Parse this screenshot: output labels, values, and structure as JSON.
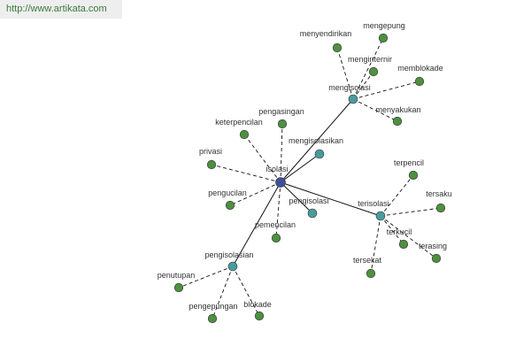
{
  "watermark": {
    "url": "http://www.artikata.com"
  },
  "colors": {
    "center_node": "#3f4f9a",
    "hub_node": "#4a9aa0",
    "leaf_node": "#4f8f42",
    "node_stroke": "#2a3a2a",
    "edge": "#111111",
    "label": "#333333"
  },
  "graph": {
    "nodes": [
      {
        "id": "isolasi",
        "label": "isolasi",
        "kind": "center"
      },
      {
        "id": "mengisolasi",
        "label": "mengisolasi",
        "kind": "hub"
      },
      {
        "id": "terisolasi",
        "label": "terisolasi",
        "kind": "hub"
      },
      {
        "id": "pengisolasian",
        "label": "pengisolasian",
        "kind": "hub"
      },
      {
        "id": "mengisolasikan",
        "label": "mengisolasikan",
        "kind": "hub"
      },
      {
        "id": "pengisolasi",
        "label": "pengisolasi",
        "kind": "hub"
      },
      {
        "id": "menyendirikan",
        "label": "menyendirikan",
        "kind": "leaf"
      },
      {
        "id": "mengepung",
        "label": "mengepung",
        "kind": "leaf"
      },
      {
        "id": "menginternir",
        "label": "menginternir",
        "kind": "leaf"
      },
      {
        "id": "memblokade",
        "label": "memblokade",
        "kind": "leaf"
      },
      {
        "id": "menyakukan",
        "label": "menyakukan",
        "kind": "leaf"
      },
      {
        "id": "pengasingan",
        "label": "pengasingan",
        "kind": "leaf"
      },
      {
        "id": "keterpencilan",
        "label": "keterpencilan",
        "kind": "leaf"
      },
      {
        "id": "privasi",
        "label": "privasi",
        "kind": "leaf"
      },
      {
        "id": "pengucilan",
        "label": "pengucilan",
        "kind": "leaf"
      },
      {
        "id": "pemencilan",
        "label": "pemencilan",
        "kind": "leaf"
      },
      {
        "id": "terpencil",
        "label": "terpencil",
        "kind": "leaf"
      },
      {
        "id": "tersaku",
        "label": "tersaku",
        "kind": "leaf"
      },
      {
        "id": "terkucil",
        "label": "terkucil",
        "kind": "leaf"
      },
      {
        "id": "terasing",
        "label": "terasing",
        "kind": "leaf"
      },
      {
        "id": "tersekat",
        "label": "tersekat",
        "kind": "leaf"
      },
      {
        "id": "penutupan",
        "label": "penutupan",
        "kind": "leaf"
      },
      {
        "id": "pengepungan",
        "label": "pengepungan",
        "kind": "leaf"
      },
      {
        "id": "blokade",
        "label": "blokade",
        "kind": "leaf"
      }
    ],
    "edges": [
      {
        "from": "isolasi",
        "to": "mengisolasi",
        "style": "solid"
      },
      {
        "from": "isolasi",
        "to": "terisolasi",
        "style": "solid"
      },
      {
        "from": "isolasi",
        "to": "pengisolasian",
        "style": "solid"
      },
      {
        "from": "isolasi",
        "to": "mengisolasikan",
        "style": "solid"
      },
      {
        "from": "isolasi",
        "to": "pengisolasi",
        "style": "solid"
      },
      {
        "from": "mengisolasi",
        "to": "menyendirikan",
        "style": "dashed"
      },
      {
        "from": "mengisolasi",
        "to": "mengepung",
        "style": "dashed"
      },
      {
        "from": "mengisolasi",
        "to": "menginternir",
        "style": "dashed"
      },
      {
        "from": "mengisolasi",
        "to": "memblokade",
        "style": "dashed"
      },
      {
        "from": "mengisolasi",
        "to": "menyakukan",
        "style": "dashed"
      },
      {
        "from": "isolasi",
        "to": "pengasingan",
        "style": "dashed"
      },
      {
        "from": "isolasi",
        "to": "keterpencilan",
        "style": "dashed"
      },
      {
        "from": "isolasi",
        "to": "privasi",
        "style": "dashed"
      },
      {
        "from": "isolasi",
        "to": "pengucilan",
        "style": "dashed"
      },
      {
        "from": "isolasi",
        "to": "pemencilan",
        "style": "dashed"
      },
      {
        "from": "terisolasi",
        "to": "terpencil",
        "style": "dashed"
      },
      {
        "from": "terisolasi",
        "to": "tersaku",
        "style": "dashed"
      },
      {
        "from": "terisolasi",
        "to": "terkucil",
        "style": "dashed"
      },
      {
        "from": "terisolasi",
        "to": "terasing",
        "style": "dashed"
      },
      {
        "from": "terisolasi",
        "to": "tersekat",
        "style": "dashed"
      },
      {
        "from": "pengisolasian",
        "to": "penutupan",
        "style": "dashed"
      },
      {
        "from": "pengisolasian",
        "to": "pengepungan",
        "style": "dashed"
      },
      {
        "from": "pengisolasian",
        "to": "blokade",
        "style": "dashed"
      }
    ]
  }
}
